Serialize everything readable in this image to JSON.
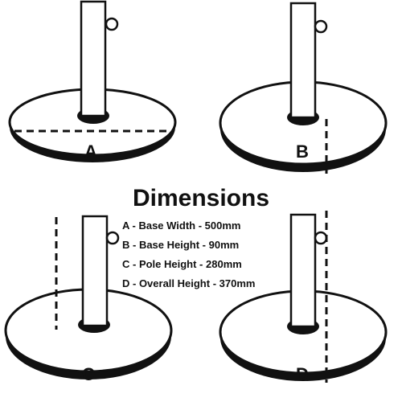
{
  "title": "Dimensions",
  "figures": [
    {
      "letter": "A"
    },
    {
      "letter": "B"
    },
    {
      "letter": "C"
    },
    {
      "letter": "D"
    }
  ],
  "dimensions": [
    {
      "text": "A - Base Width - 500mm"
    },
    {
      "text": "B - Base Height - 90mm"
    },
    {
      "text": "C - Pole Height - 280mm"
    },
    {
      "text": "D - Overall Height - 370mm"
    }
  ],
  "colors": {
    "line": "#111111",
    "background": "#ffffff"
  }
}
